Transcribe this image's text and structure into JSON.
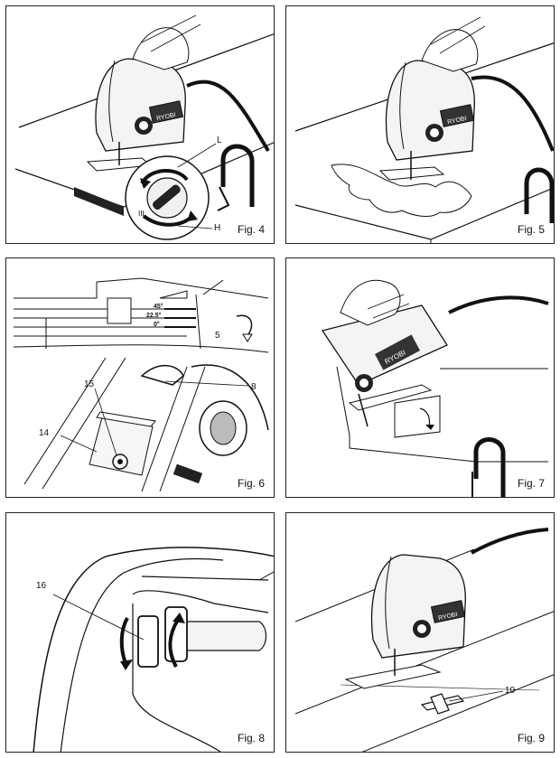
{
  "figures": [
    {
      "caption": "Fig. 4",
      "labels": {
        "l": "L",
        "h": "H"
      }
    },
    {
      "caption": "Fig. 5"
    },
    {
      "caption": "Fig. 6",
      "labels": {
        "n5": "5",
        "n8": "8",
        "n14": "14",
        "n15": "15",
        "a45": "45°",
        "a22": "22.5°",
        "a0": "0°"
      }
    },
    {
      "caption": "Fig. 7"
    },
    {
      "caption": "Fig. 8",
      "labels": {
        "n16": "16"
      }
    },
    {
      "caption": "Fig. 9",
      "labels": {
        "n10": "10"
      }
    }
  ],
  "brand": "RYOBI"
}
